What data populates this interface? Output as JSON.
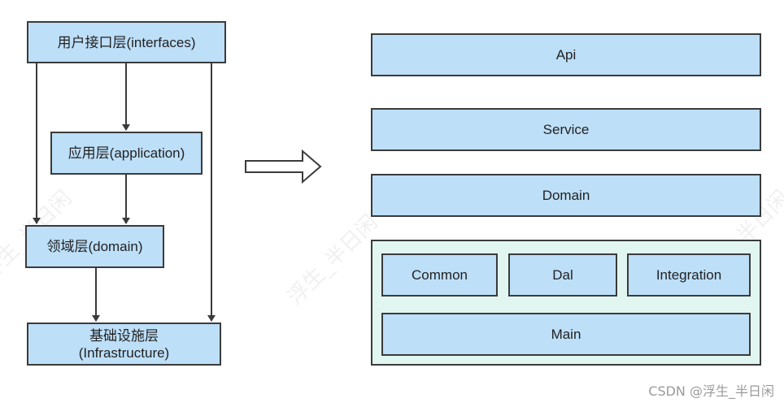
{
  "left_diagram": {
    "interfaces": "用户接口层(interfaces)",
    "application": "应用层(application)",
    "domain": "领域层(domain)",
    "infrastructure_line1": "基础设施层",
    "infrastructure_line2": "(Infrastructure)"
  },
  "right_diagram": {
    "api": "Api",
    "service": "Service",
    "domain": "Domain",
    "common": "Common",
    "dal": "Dal",
    "integration": "Integration",
    "main": "Main"
  },
  "watermark": "浮生_半日闲",
  "credit": "CSDN @浮生_半日闲",
  "colors": {
    "box_fill": "#bddff8",
    "container_fill": "#e1f6f1",
    "stroke": "#3b3b3b"
  }
}
